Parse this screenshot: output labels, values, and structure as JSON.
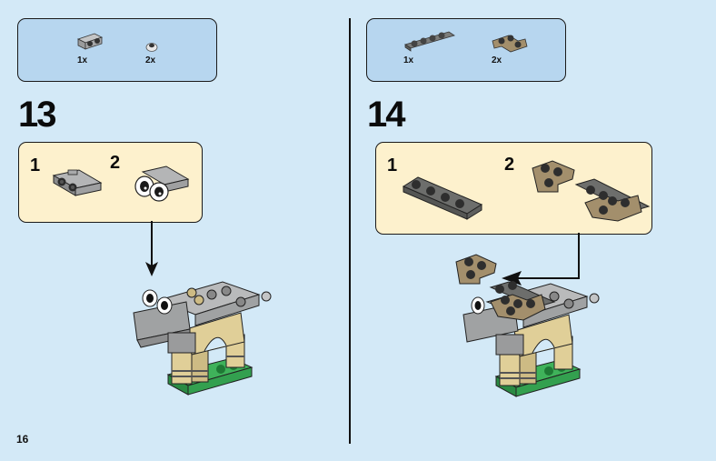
{
  "page": {
    "number": "16",
    "background": "#d3e9f7"
  },
  "steps": [
    {
      "number": "13",
      "parts": [
        {
          "name": "light-gray-bracket-1x2",
          "qty": "1x",
          "color": "#a0a2a3"
        },
        {
          "name": "white-round-eye-tile",
          "qty": "2x",
          "color": "#f2f2f2"
        }
      ],
      "substeps": [
        {
          "label": "1",
          "description": "bracket plate"
        },
        {
          "label": "2",
          "description": "bracket with eyes attached"
        }
      ]
    },
    {
      "number": "14",
      "parts": [
        {
          "name": "dark-gray-plate-1x4",
          "qty": "1x",
          "color": "#6d6e6c"
        },
        {
          "name": "dark-tan-corner-plate-2x2",
          "qty": "2x",
          "color": "#a38f6c"
        }
      ],
      "substeps": [
        {
          "label": "1",
          "description": "1x4 plate"
        },
        {
          "label": "2",
          "description": "plate with corner plates (antlers)"
        }
      ]
    }
  ],
  "colors": {
    "parts_box": "#b7d6ef",
    "substep_box": "#fdf1cd",
    "light_gray": "#a0a2a3",
    "dark_gray": "#6d6e6c",
    "tan": "#e0cf98",
    "dark_tan": "#a38f6c",
    "green": "#34a853"
  }
}
